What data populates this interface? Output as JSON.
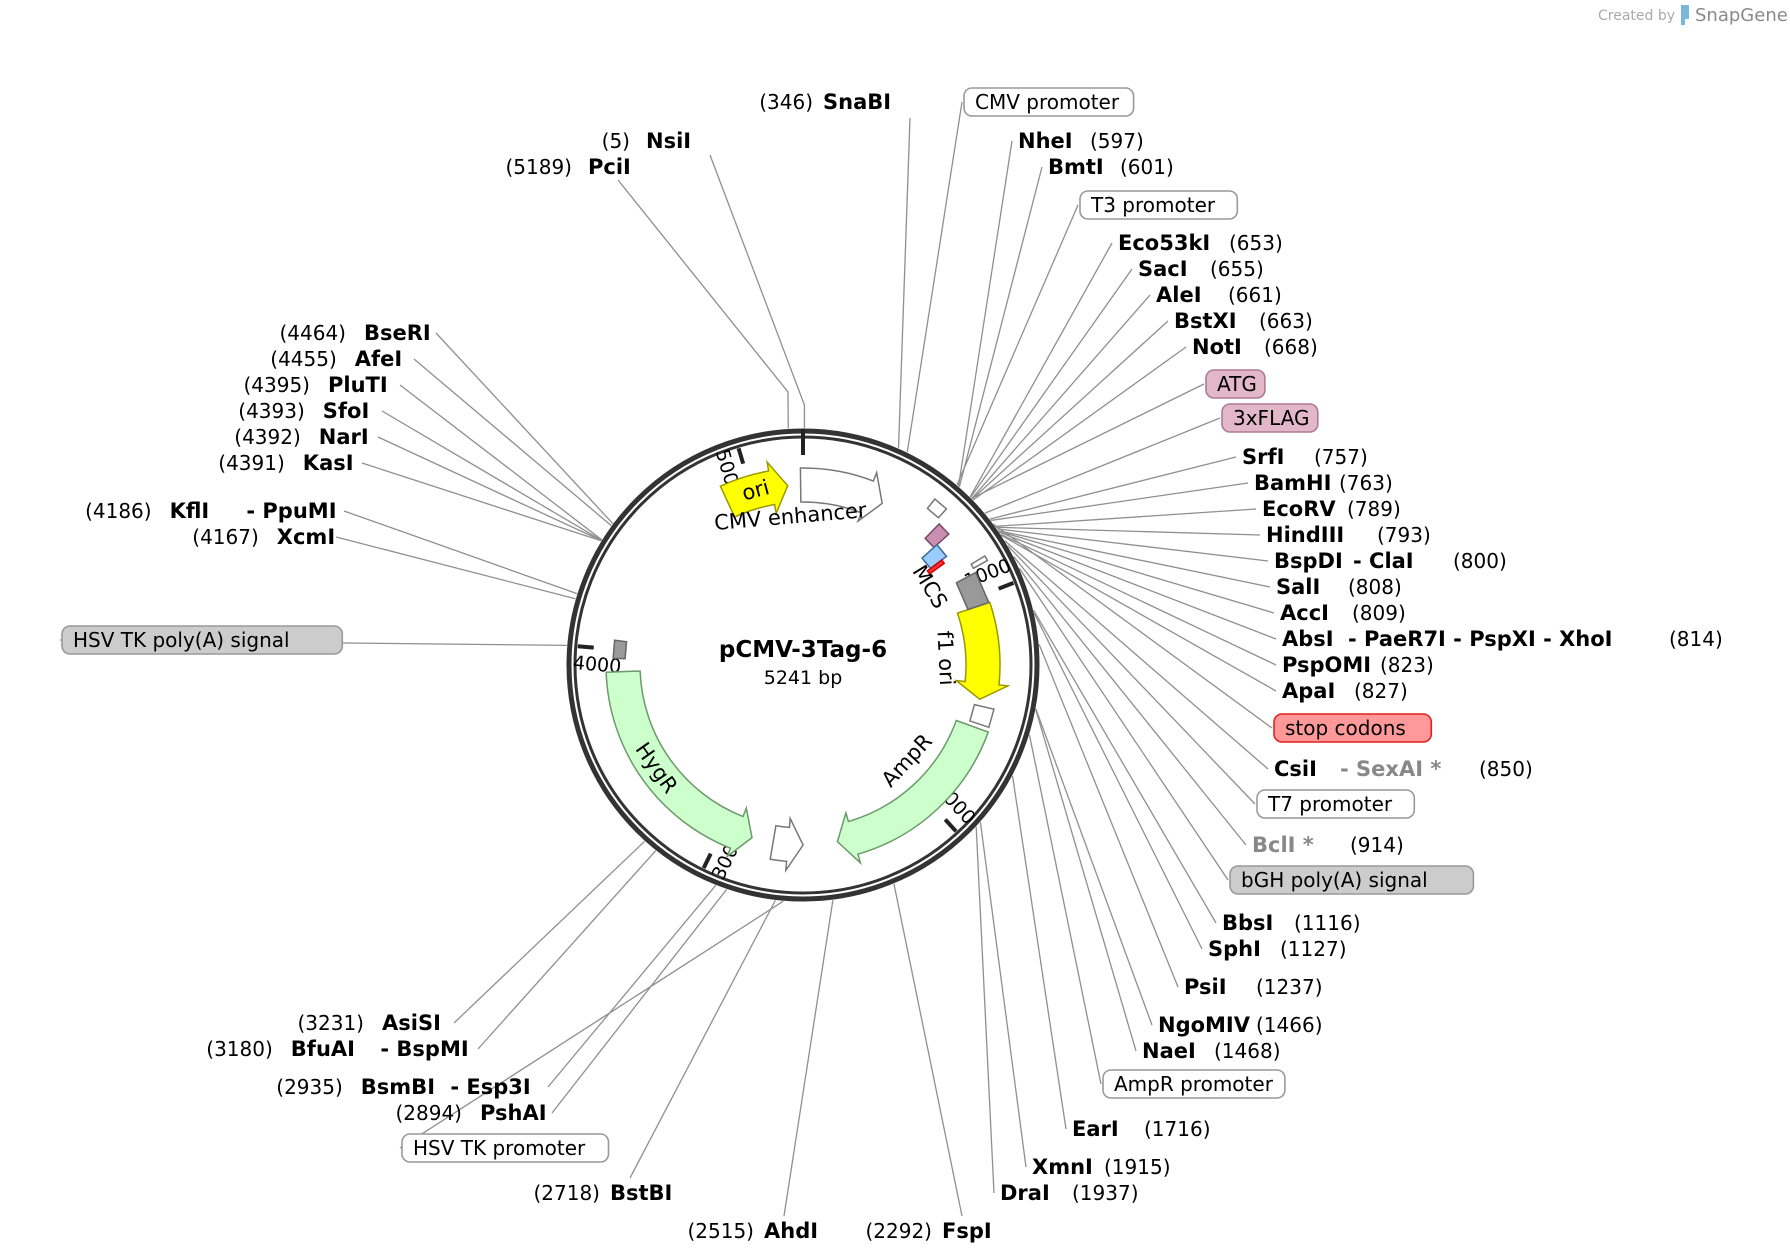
{
  "credit": {
    "prefix": "Created by",
    "brand": "SnapGene"
  },
  "plasmid": {
    "name": "pCMV-3Tag-6",
    "size_label": "5241 bp",
    "length_bp": 5241
  },
  "ruler_ticks": [
    {
      "bp": 1000,
      "label": "1000"
    },
    {
      "bp": 2000,
      "label": "2000"
    },
    {
      "bp": 3000,
      "label": "3000"
    },
    {
      "bp": 4000,
      "label": "4000"
    },
    {
      "bp": 5000,
      "label": "5000"
    }
  ],
  "features": [
    {
      "name": "ori",
      "start": 4880,
      "end": 5170,
      "direction": "cw",
      "color": "#ffff00",
      "stroke": "#999900",
      "label": "ori"
    },
    {
      "name": "CMV enhancer",
      "start": 5230,
      "end": 380,
      "direction": "cw",
      "color": "#ffffff",
      "stroke": "#777777",
      "label": "CMV enhancer"
    },
    {
      "name": "MCS",
      "start": 600,
      "end": 860,
      "direction": "none",
      "color": "#ffffff",
      "stroke": "#ffffff",
      "label": "MCS"
    },
    {
      "name": "f1 ori",
      "start": 1040,
      "end": 1470,
      "direction": "cw",
      "color": "#ffff00",
      "stroke": "#999900",
      "label": "f1 ori"
    },
    {
      "name": "AmpR",
      "start": 1600,
      "end": 2460,
      "direction": "cw",
      "color": "#ccffcc",
      "stroke": "#6a9a6a",
      "label": "AmpR"
    },
    {
      "name": "HSV TK promoter",
      "start": 2620,
      "end": 2760,
      "direction": "ccw",
      "color": "#ffffff",
      "stroke": "#777777",
      "label": ""
    },
    {
      "name": "HygR",
      "start": 2860,
      "end": 3900,
      "direction": "ccw",
      "color": "#ccffcc",
      "stroke": "#6a9a6a",
      "label": "HygR"
    }
  ],
  "enzymes_right": [
    {
      "name": "SnaBI",
      "pos": "(346)",
      "alt": ""
    },
    {
      "name": "NheI",
      "pos": "(597)",
      "alt": ""
    },
    {
      "name": "BmtI",
      "pos": "(601)",
      "alt": ""
    },
    {
      "name": "Eco53kI",
      "pos": "(653)",
      "alt": ""
    },
    {
      "name": "SacI",
      "pos": "(655)",
      "alt": ""
    },
    {
      "name": "AleI",
      "pos": "(661)",
      "alt": ""
    },
    {
      "name": "BstXI",
      "pos": "(663)",
      "alt": ""
    },
    {
      "name": "NotI",
      "pos": "(668)",
      "alt": ""
    },
    {
      "name": "SrfI",
      "pos": "(757)",
      "alt": ""
    },
    {
      "name": "BamHI",
      "pos": "(763)",
      "alt": ""
    },
    {
      "name": "EcoRV",
      "pos": "(789)",
      "alt": ""
    },
    {
      "name": "HindIII",
      "pos": "(793)",
      "alt": ""
    },
    {
      "name": "BspDI",
      "pos": "(800)",
      "alt": "ClaI"
    },
    {
      "name": "SalI",
      "pos": "(808)",
      "alt": ""
    },
    {
      "name": "AccI",
      "pos": "(809)",
      "alt": ""
    },
    {
      "name": "AbsI",
      "pos": "(814)",
      "alt": "PaeR7I - PspXI - XhoI"
    },
    {
      "name": "PspOMI",
      "pos": "(823)",
      "alt": ""
    },
    {
      "name": "ApaI",
      "pos": "(827)",
      "alt": ""
    },
    {
      "name": "CsiI",
      "pos": "(850)",
      "alt": "SexAI *"
    },
    {
      "name": "BclI *",
      "pos": "(914)",
      "alt": ""
    },
    {
      "name": "BbsI",
      "pos": "(1116)",
      "alt": ""
    },
    {
      "name": "SphI",
      "pos": "(1127)",
      "alt": ""
    },
    {
      "name": "PsiI",
      "pos": "(1237)",
      "alt": ""
    },
    {
      "name": "NgoMIV",
      "pos": "(1466)",
      "alt": ""
    },
    {
      "name": "NaeI",
      "pos": "(1468)",
      "alt": ""
    },
    {
      "name": "EarI",
      "pos": "(1716)",
      "alt": ""
    },
    {
      "name": "XmnI",
      "pos": "(1915)",
      "alt": ""
    },
    {
      "name": "DraI",
      "pos": "(1937)",
      "alt": ""
    },
    {
      "name": "FspI",
      "pos": "(2292)",
      "alt": ""
    }
  ],
  "enzymes_left": [
    {
      "name": "NsiI",
      "pos": "(5)",
      "alt": ""
    },
    {
      "name": "PciI",
      "pos": "(5189)",
      "alt": ""
    },
    {
      "name": "BseRI",
      "pos": "(4464)",
      "alt": ""
    },
    {
      "name": "AfeI",
      "pos": "(4455)",
      "alt": ""
    },
    {
      "name": "PluTI",
      "pos": "(4395)",
      "alt": ""
    },
    {
      "name": "SfoI",
      "pos": "(4393)",
      "alt": ""
    },
    {
      "name": "NarI",
      "pos": "(4392)",
      "alt": ""
    },
    {
      "name": "KasI",
      "pos": "(4391)",
      "alt": ""
    },
    {
      "name": "KflI",
      "pos": "(4186)",
      "alt": "PpuMI"
    },
    {
      "name": "XcmI",
      "pos": "(4167)",
      "alt": ""
    },
    {
      "name": "AsiSI",
      "pos": "(3231)",
      "alt": ""
    },
    {
      "name": "BfuAI",
      "pos": "(3180)",
      "alt": "BspMI"
    },
    {
      "name": "BsmBI",
      "pos": "(2935)",
      "alt": "Esp3I"
    },
    {
      "name": "PshAI",
      "pos": "(2894)",
      "alt": ""
    },
    {
      "name": "BstBI",
      "pos": "(2718)",
      "alt": ""
    },
    {
      "name": "AhdI",
      "pos": "(2515)",
      "alt": ""
    }
  ],
  "feature_boxes": [
    {
      "text": "CMV promoter",
      "fill": "#ffffff",
      "stroke": "#999999"
    },
    {
      "text": "T3 promoter",
      "fill": "#ffffff",
      "stroke": "#999999"
    },
    {
      "text": "ATG",
      "fill": "#e2b8c8",
      "stroke": "#b07a90"
    },
    {
      "text": "3xFLAG",
      "fill": "#e2b8c8",
      "stroke": "#b07a90"
    },
    {
      "text": "stop codons",
      "fill": "#ff9999",
      "stroke": "#e02020"
    },
    {
      "text": "T7 promoter",
      "fill": "#ffffff",
      "stroke": "#999999"
    },
    {
      "text": "bGH poly(A) signal",
      "fill": "#cccccc",
      "stroke": "#999999"
    },
    {
      "text": "AmpR promoter",
      "fill": "#ffffff",
      "stroke": "#999999"
    },
    {
      "text": "HSV TK promoter",
      "fill": "#ffffff",
      "stroke": "#999999"
    },
    {
      "text": "HSV TK poly(A) signal",
      "fill": "#cccccc",
      "stroke": "#999999"
    }
  ]
}
